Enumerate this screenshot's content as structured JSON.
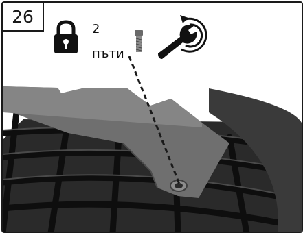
{
  "step": {
    "number": "26"
  },
  "instruction": {
    "count": "2",
    "unit": "пъти"
  },
  "icons": {
    "lock": "padlock-icon",
    "screw": "screw-icon",
    "wrench": "wrench-rotate-icon"
  },
  "colors": {
    "line": "#1a1a1a",
    "plate": "#6f6f6f",
    "wire": "#1c1c1c",
    "background": "#ffffff"
  }
}
